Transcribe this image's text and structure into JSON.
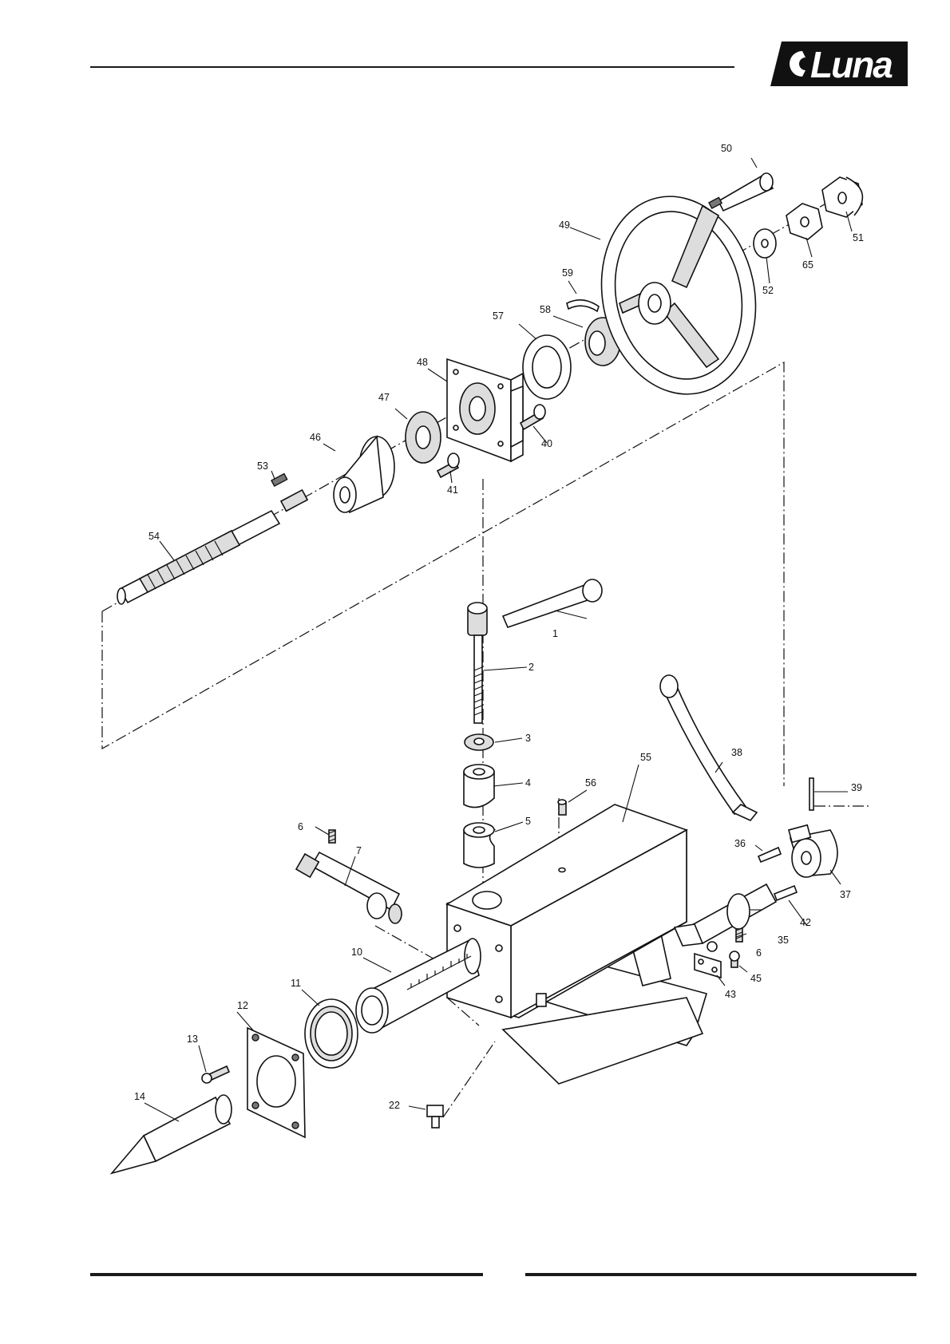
{
  "brand": {
    "logo_text": "Luna"
  },
  "parts": [
    {
      "id": "p1",
      "label": "1"
    },
    {
      "id": "p2",
      "label": "2"
    },
    {
      "id": "p3",
      "label": "3"
    },
    {
      "id": "p4",
      "label": "4"
    },
    {
      "id": "p5",
      "label": "5"
    },
    {
      "id": "p6a",
      "label": "6"
    },
    {
      "id": "p6b",
      "label": "6"
    },
    {
      "id": "p7",
      "label": "7"
    },
    {
      "id": "p10",
      "label": "10"
    },
    {
      "id": "p11",
      "label": "11"
    },
    {
      "id": "p12",
      "label": "12"
    },
    {
      "id": "p13",
      "label": "13"
    },
    {
      "id": "p14",
      "label": "14"
    },
    {
      "id": "p22",
      "label": "22"
    },
    {
      "id": "p35",
      "label": "35"
    },
    {
      "id": "p36",
      "label": "36"
    },
    {
      "id": "p37",
      "label": "37"
    },
    {
      "id": "p38",
      "label": "38"
    },
    {
      "id": "p39",
      "label": "39"
    },
    {
      "id": "p40",
      "label": "40"
    },
    {
      "id": "p41",
      "label": "41"
    },
    {
      "id": "p42",
      "label": "42"
    },
    {
      "id": "p43",
      "label": "43"
    },
    {
      "id": "p45",
      "label": "45"
    },
    {
      "id": "p46",
      "label": "46"
    },
    {
      "id": "p47",
      "label": "47"
    },
    {
      "id": "p48",
      "label": "48"
    },
    {
      "id": "p49",
      "label": "49"
    },
    {
      "id": "p50",
      "label": "50"
    },
    {
      "id": "p51",
      "label": "51"
    },
    {
      "id": "p52",
      "label": "52"
    },
    {
      "id": "p53",
      "label": "53"
    },
    {
      "id": "p54",
      "label": "54"
    },
    {
      "id": "p55",
      "label": "55"
    },
    {
      "id": "p56",
      "label": "56"
    },
    {
      "id": "p57",
      "label": "57"
    },
    {
      "id": "p58",
      "label": "58"
    },
    {
      "id": "p59",
      "label": "59"
    },
    {
      "id": "p65",
      "label": "65"
    }
  ]
}
